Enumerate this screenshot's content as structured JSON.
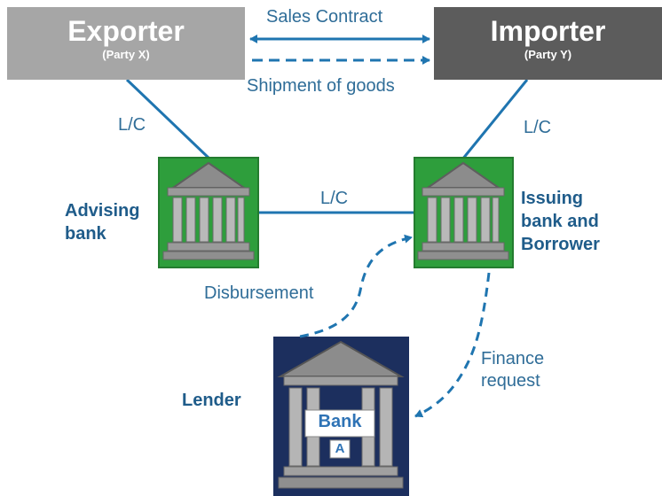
{
  "exporter": {
    "name": "Exporter",
    "sub": "(Party X)"
  },
  "importer": {
    "name": "Importer",
    "sub": "(Party Y)"
  },
  "edges": {
    "sales_contract": "Sales Contract",
    "shipment": "Shipment of goods",
    "lc_left": "L/C",
    "lc_right": "L/C",
    "lc_middle": "L/C",
    "disbursement": "Disbursement",
    "finance_request_line1": "Finance",
    "finance_request_line2": "request"
  },
  "nodes": {
    "advising_bank_line1": "Advising",
    "advising_bank_line2": "bank",
    "issuing_line1": "Issuing",
    "issuing_line2": "bank and",
    "issuing_line3": "Borrower",
    "lender": "Lender",
    "bank_a_label": "Bank",
    "bank_a_letter": "A"
  },
  "colors": {
    "exporter_fill": "#a6a6a6",
    "importer_fill": "#5c5c5c",
    "link_blue": "#1f75b0",
    "bank_green": "#2e9e3c",
    "lender_navy": "#1c2f5e"
  }
}
